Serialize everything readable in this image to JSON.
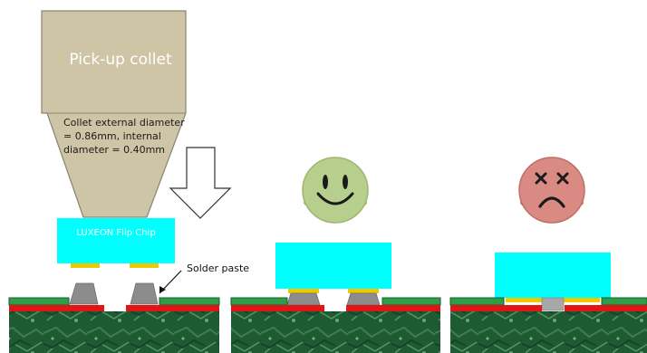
{
  "labels": {
    "collet_title": "Pick-up collet",
    "collet_note": "Collet external diameter = 0.86mm, internal diameter = 0.40mm",
    "chip_label": "LUXEON Flip Chip",
    "solder_label": "Solder paste"
  },
  "icons": {
    "down_arrow": "down-arrow-icon",
    "happy_face": "happy-face-icon",
    "sad_face": "sad-face-icon"
  },
  "colors": {
    "collet": "#cdc5a6",
    "chip": "#00ffff",
    "gold_pad": "#f0c800",
    "solder_paste": "#8c8c8c",
    "green_layer": "#2e9d4a",
    "red_layer": "#e01515",
    "board": "#1e5a32",
    "happy_face": "#b7cf8c",
    "sad_face": "#d98a82"
  }
}
